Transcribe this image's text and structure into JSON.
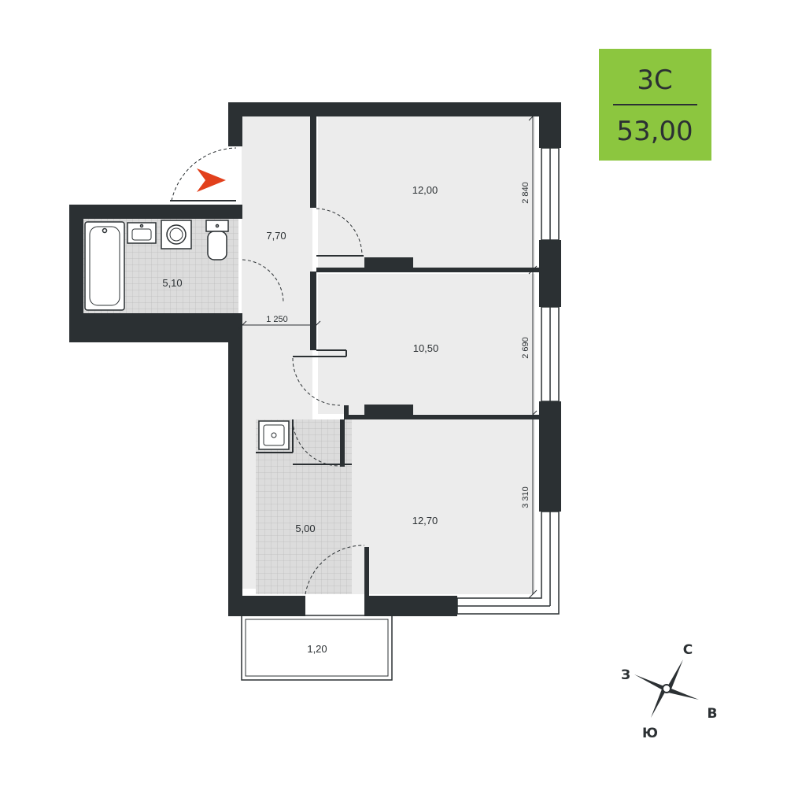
{
  "badge": {
    "type": "3С",
    "area": "53,00",
    "color": "#8cc63f"
  },
  "rooms": [
    {
      "id": "bedroom-top",
      "area": "12,00"
    },
    {
      "id": "hall",
      "area": "7,70"
    },
    {
      "id": "bathroom",
      "area": "5,10"
    },
    {
      "id": "bedroom-middle",
      "area": "10,50"
    },
    {
      "id": "kitchen",
      "area": "5,00"
    },
    {
      "id": "living-room",
      "area": "12,70"
    },
    {
      "id": "balcony",
      "area": "1,20"
    }
  ],
  "dimensions": {
    "hall_width": "1 250",
    "top_room_depth": "2 840",
    "middle_room_depth": "2 690",
    "bottom_room_depth": "3 310"
  },
  "compass": {
    "north": "С",
    "east": "В",
    "south": "Ю",
    "west": "З"
  },
  "colors": {
    "wall": "#2b3033",
    "floor": "#ececec",
    "tile": "#d7d7d7",
    "entry_arrow": "#e2401c"
  }
}
